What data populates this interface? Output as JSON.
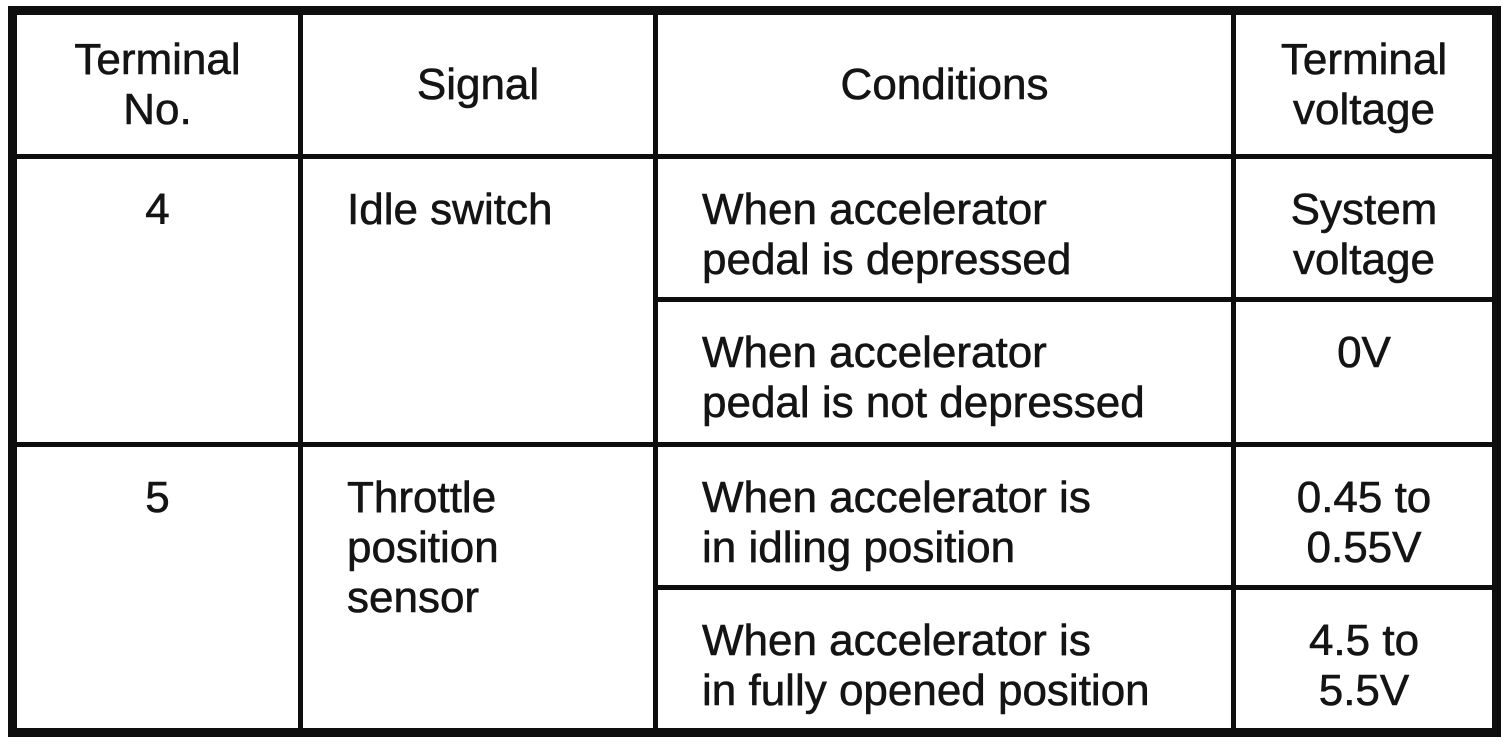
{
  "document": {
    "kind": "scanned service-manual terminal voltage table",
    "colors": {
      "border": "#0e0e0e",
      "background": "#ffffff",
      "text": "#141414"
    }
  },
  "table": {
    "headers": [
      {
        "label": "Terminal\nNo."
      },
      {
        "label": "Signal"
      },
      {
        "label": "Conditions"
      },
      {
        "label": "Terminal\nvoltage"
      }
    ],
    "rows": [
      {
        "terminal_no": "4",
        "signal": "Idle switch",
        "conditions": [
          {
            "condition": "When accelerator\npedal is depressed",
            "voltage": "System\nvoltage"
          },
          {
            "condition": "When accelerator\npedal is not depressed",
            "voltage": "0V"
          }
        ]
      },
      {
        "terminal_no": "5",
        "signal": "Throttle\nposition\nsensor",
        "conditions": [
          {
            "condition": "When accelerator is\nin idling position",
            "voltage": "0.45 to\n0.55V"
          },
          {
            "condition": "When accelerator is\nin fully opened position",
            "voltage": "4.5 to\n5.5V"
          }
        ]
      }
    ]
  }
}
